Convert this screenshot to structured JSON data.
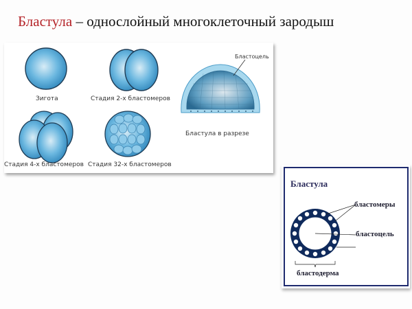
{
  "title": {
    "term": "Бластула",
    "definition": "– однослойный многоклеточный зародыш"
  },
  "figure1": {
    "stages": [
      {
        "label": "Зигота"
      },
      {
        "label": "Стадия 2-х бластомеров"
      },
      {
        "label": "Стадия 4-х бластомеров"
      },
      {
        "label": "Стадия 32-х бластомеров"
      }
    ],
    "section": {
      "label": "Бластула в разрезе",
      "pointer_label": "Бластоцель"
    },
    "colors": {
      "cell_fill": "#5aaedb",
      "outline": "#1e3c55"
    }
  },
  "figure2": {
    "heading": "Бластула",
    "labels": {
      "blastomeres": "бластомеры",
      "blastocoel": "бластоцель",
      "blastoderm": "бластодерма"
    },
    "colors": {
      "border": "#1e2a6e",
      "cells": "#0f2a5c"
    }
  }
}
